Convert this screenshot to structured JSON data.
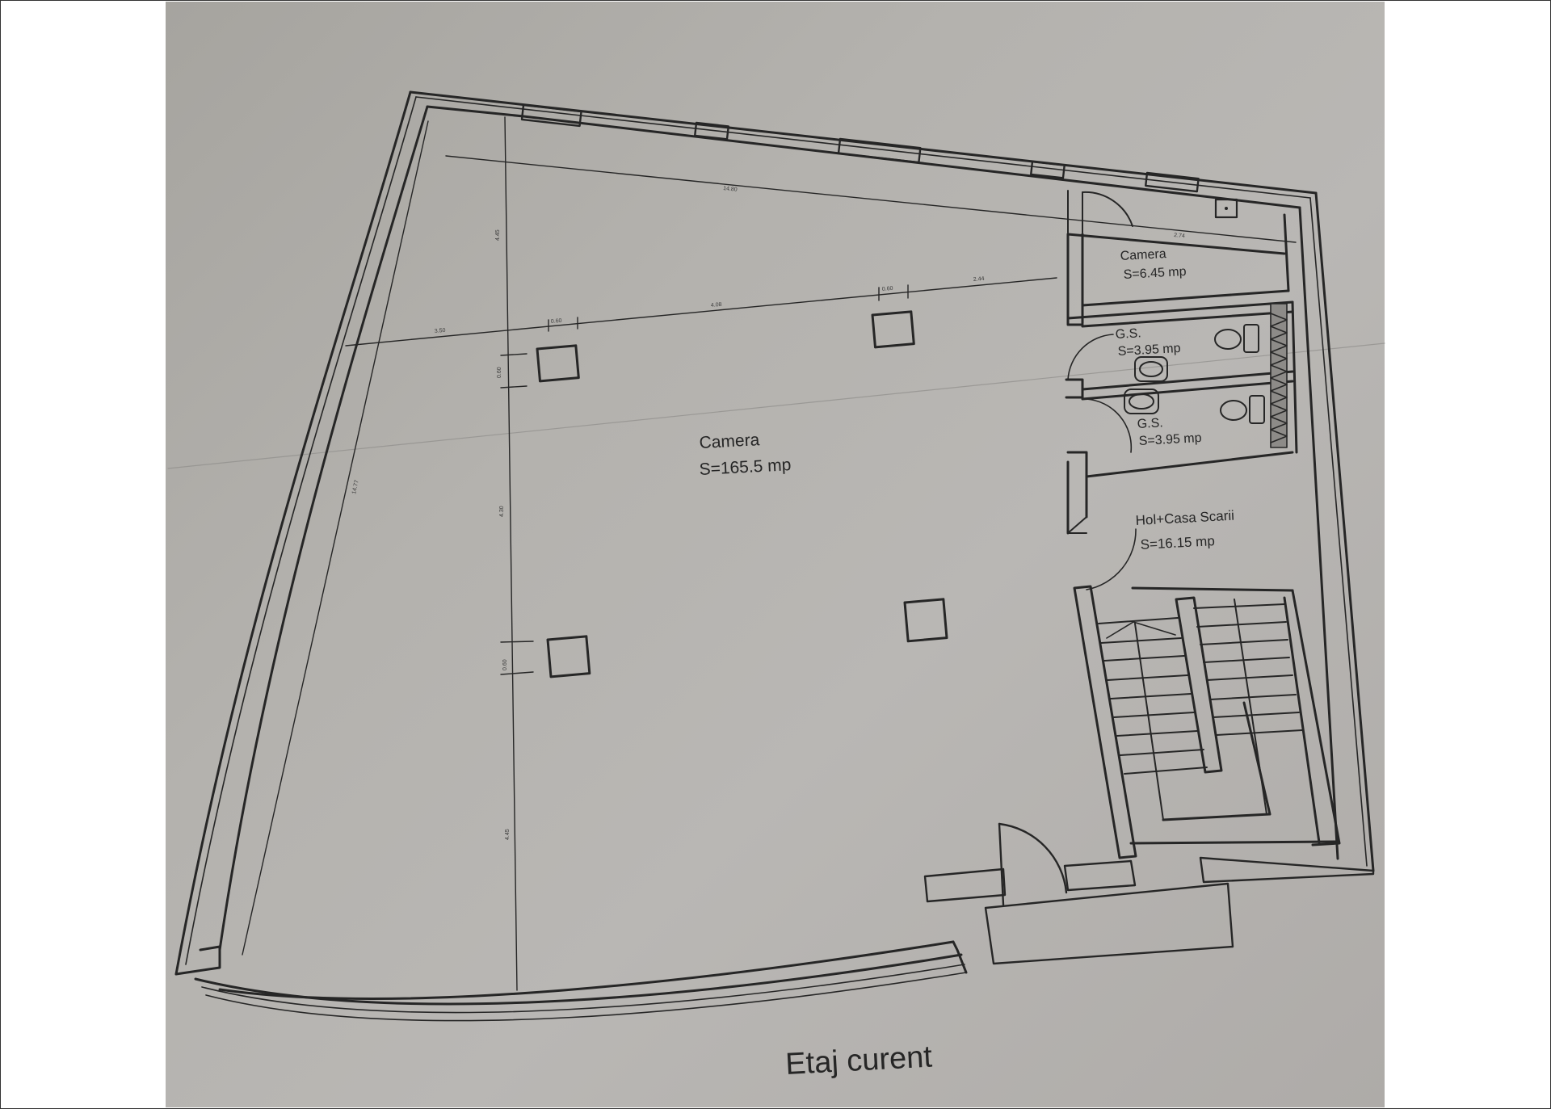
{
  "document": {
    "title": "Etaj curent",
    "type": "floor-plan",
    "paper_color": "#b3b1ad",
    "ink_color": "#262626"
  },
  "rooms": [
    {
      "name": "Camera",
      "area": "S=165.5 mp"
    },
    {
      "name": "Camera",
      "area": "S=6.45 mp"
    },
    {
      "name": "G.S.",
      "area": "S=3.95 mp"
    },
    {
      "name": "G.S.",
      "area": "S=3.95 mp"
    },
    {
      "name": "Hol+Casa Scarii",
      "area": "S=16.15 mp"
    }
  ],
  "dimensions": {
    "top_length": "14.80",
    "upper_right": "2.74",
    "left_segment": "3.50",
    "column_width_1": "0.60",
    "middle_segment": "4.08",
    "column_width_2": "0.60",
    "right_segment": "2.44",
    "vertical_top": "4.45",
    "vertical_col_1": "0.60",
    "vertical_middle": "4.30",
    "vertical_col_2": "0.60",
    "vertical_bottom": "4.45",
    "diagonal_left": "14.77"
  }
}
